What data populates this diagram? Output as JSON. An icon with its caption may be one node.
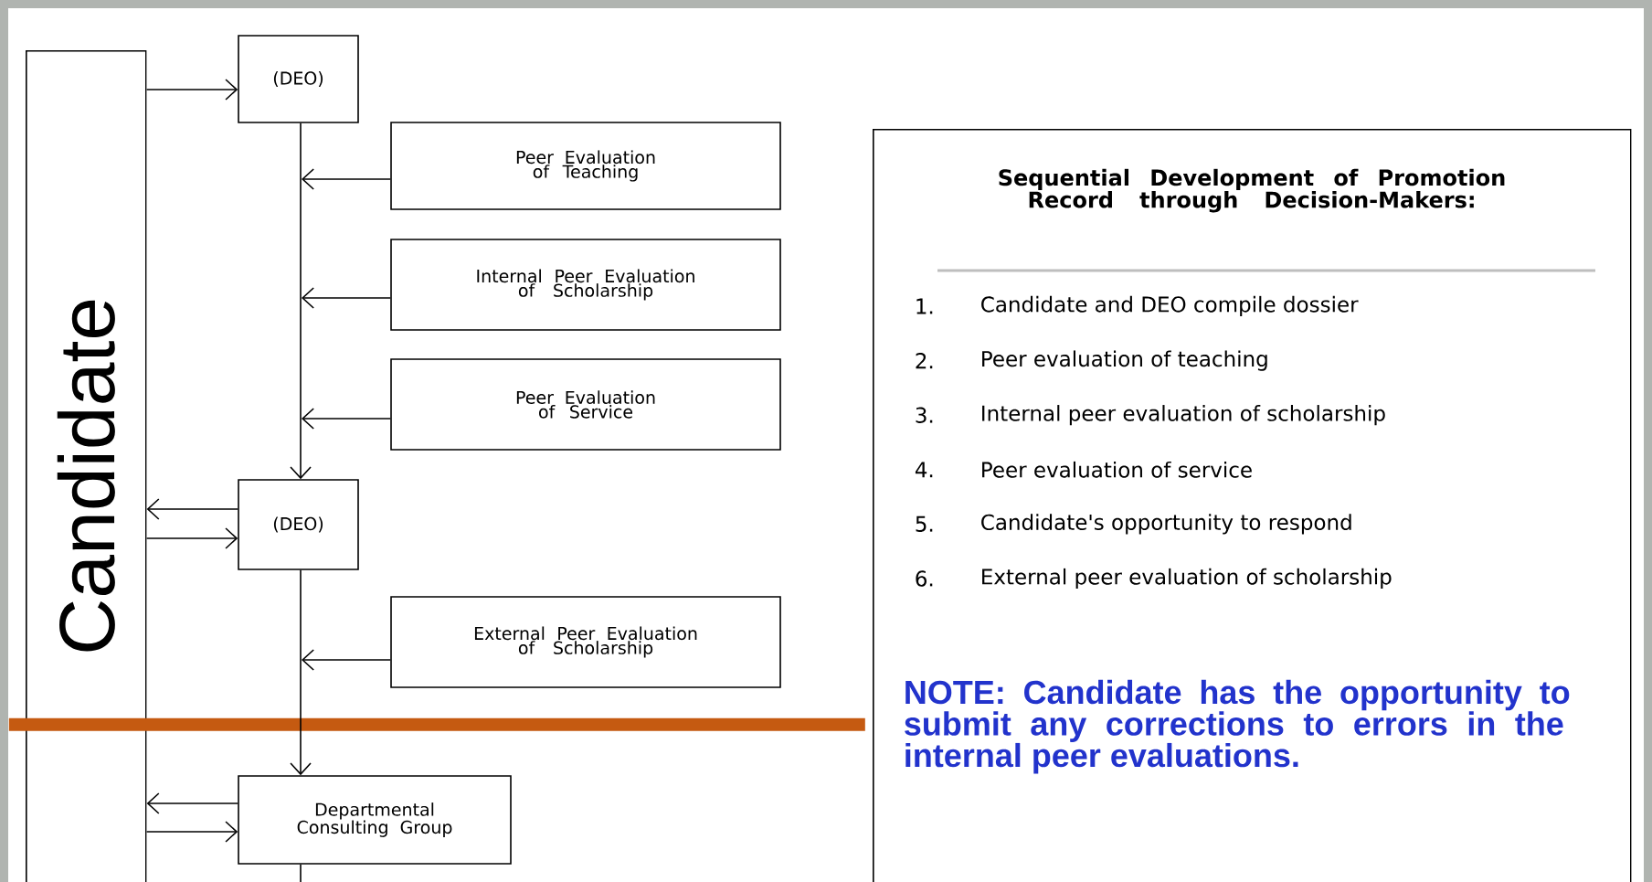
{
  "diagram": {
    "nodes": [
      {
        "text": [
          "Candidate"
        ]
      },
      {
        "text": [
          "(DEO)"
        ]
      },
      {
        "text": [
          "Peer Evaluation of Teaching"
        ]
      },
      {
        "text": [
          "Internal Peer Evaluation of Scholarship"
        ]
      },
      {
        "text": [
          "Peer Evaluation of Service"
        ]
      },
      {
        "text": [
          "(DEO)"
        ]
      },
      {
        "text": [
          "External Peer Evaluation of Scholarship"
        ]
      },
      {
        "text": [
          "Departmental Consulting Group"
        ]
      },
      {
        "text": [
          "Sequential Development of Promotion Record through Decision-Makers:",
          "1.",
          "Candidate and DEO compile dossier",
          "2.",
          "Peer evaluation of teaching",
          "3.",
          "Internal peer evaluation of scholarship",
          "4.",
          "Peer evaluation of service",
          "5.",
          "Candidate's opportunity to respond",
          "6.",
          "External peer evaluation of scholarship",
          "NOTE: Candidate has the opportunity to submit any corrections to errors in the internal peer evaluations."
        ]
      },
      {
        "text": [],
        "shape": "bar"
      }
    ],
    "edges": [
      {
        "from": 0,
        "to": 1,
        "arrow": "to"
      },
      {
        "from": 1,
        "to": 5,
        "arrow": "to"
      },
      {
        "from": 2,
        "to": null,
        "arrow": "to"
      },
      {
        "from": 3,
        "to": null,
        "arrow": "to"
      },
      {
        "from": 4,
        "to": null,
        "arrow": "to"
      },
      {
        "from": 5,
        "to": 0,
        "arrow": "to"
      },
      {
        "from": 0,
        "to": 5,
        "arrow": "to"
      },
      {
        "from": 5,
        "to": 7,
        "arrow": "to"
      },
      {
        "from": 6,
        "to": null,
        "arrow": "to"
      },
      {
        "from": 7,
        "to": 0,
        "arrow": "to"
      },
      {
        "from": 0,
        "to": 7,
        "arrow": "to"
      },
      {
        "from": 7,
        "to": null,
        "arrow": "none"
      }
    ]
  }
}
